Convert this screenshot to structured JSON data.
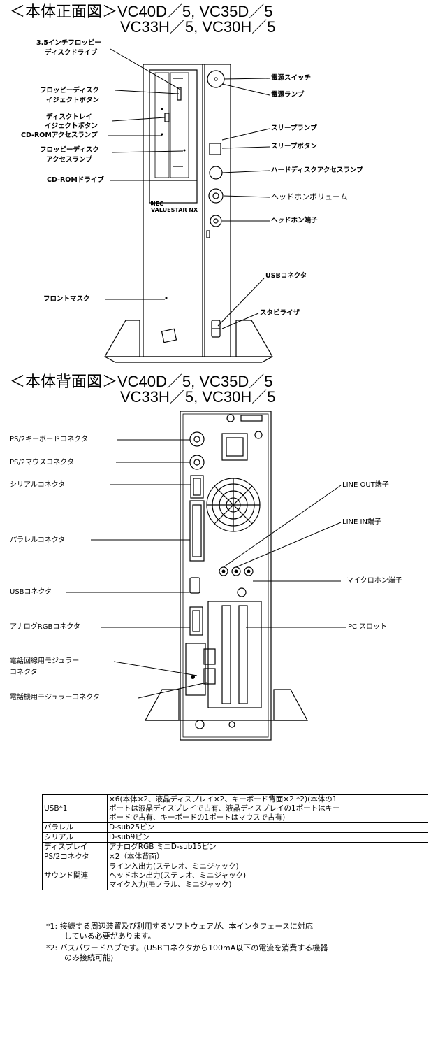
{
  "front": {
    "title_line1": "＜本体正面図＞VC40D／5, VC35D／5",
    "title_line2": "VC33H／5, VC30H／5",
    "labels": {
      "fdd_1": "3.5インチフロッピー",
      "fdd_2": "ディスクドライブ",
      "fd_eject_1": "フロッピーディスク",
      "fd_eject_2": "イジェクトボタン",
      "tray_eject_1": "ディスクトレイ",
      "tray_eject_2": "イジェクトボタン",
      "cd_access": "CD-ROMアクセスランプ",
      "fd_access_1": "フロッピーディスク",
      "fd_access_2": "アクセスランプ",
      "cd_drive": "CD-ROMドライブ",
      "front_mask": "フロントマスク",
      "power_switch": "電源スイッチ",
      "power_lamp": "電源ランプ",
      "sleep_lamp": "スリープランプ",
      "sleep_button": "スリープボタン",
      "hdd_lamp": "ハードディスクアクセスランプ",
      "hp_volume": "ヘッドホンボリューム",
      "hp_jack": "ヘッドホン端子",
      "usb": "USBコネクタ",
      "stabilizer": "スタビライザ"
    },
    "case_logo": "NEC",
    "case_model": "VALUESTAR NX"
  },
  "back": {
    "title_line1": "＜本体背面図＞VC40D／5, VC35D／5",
    "title_line2": "VC33H／5, VC30H／5",
    "labels": {
      "ps2_kb": "PS/2キーボードコネクタ",
      "ps2_mouse": "PS/2マウスコネクタ",
      "serial": "シリアルコネクタ",
      "parallel": "パラレルコネクタ",
      "usb": "USBコネクタ",
      "rgb": "アナログRGBコネクタ",
      "tel_line_1": "電話回線用モジュラー",
      "tel_line_2": "コネクタ",
      "tel_set": "電話機用モジュラーコネクタ",
      "line_out": "LINE OUT端子",
      "line_in": "LINE IN端子",
      "mic": "マイクロホン端子",
      "pci": "PCIスロット"
    }
  },
  "spec_table": [
    {
      "k": "USB*1",
      "v": [
        "×6(本体×2、液晶ディスプレイ×2、キーボード背面×2 *2)(本体の1",
        "ポートは液晶ディスプレイで占有、液晶ディスプレイの1ポートはキー",
        "ボードで占有、キーボードの1ポートはマウスで占有)"
      ]
    },
    {
      "k": "パラレル",
      "v": [
        "D-sub25ピン"
      ]
    },
    {
      "k": "シリアル",
      "v": [
        "D-sub9ピン"
      ]
    },
    {
      "k": "ディスプレイ",
      "v": [
        "アナログRGB ミニD-sub15ピン"
      ]
    },
    {
      "k": "PS/2コネクタ",
      "v": [
        "×2（本体背面）"
      ]
    },
    {
      "k": "サウンド関連",
      "v": [
        "ライン入出力(ステレオ、ミニジャック)",
        "ヘッドホン出力(ステレオ、ミニジャック)",
        "マイク入力(モノラル、ミニジャック)"
      ]
    }
  ],
  "notes": {
    "n1_line1": "*1: 接続する周辺装置及び利用するソフトウェアが、本インタフェースに対応",
    "n1_line2": "している必要があります。",
    "n2_line1": "*2: バスパワードハブです。(USBコネクタから100mA以下の電流を消費する機器",
    "n2_line2": "のみ接続可能)"
  }
}
